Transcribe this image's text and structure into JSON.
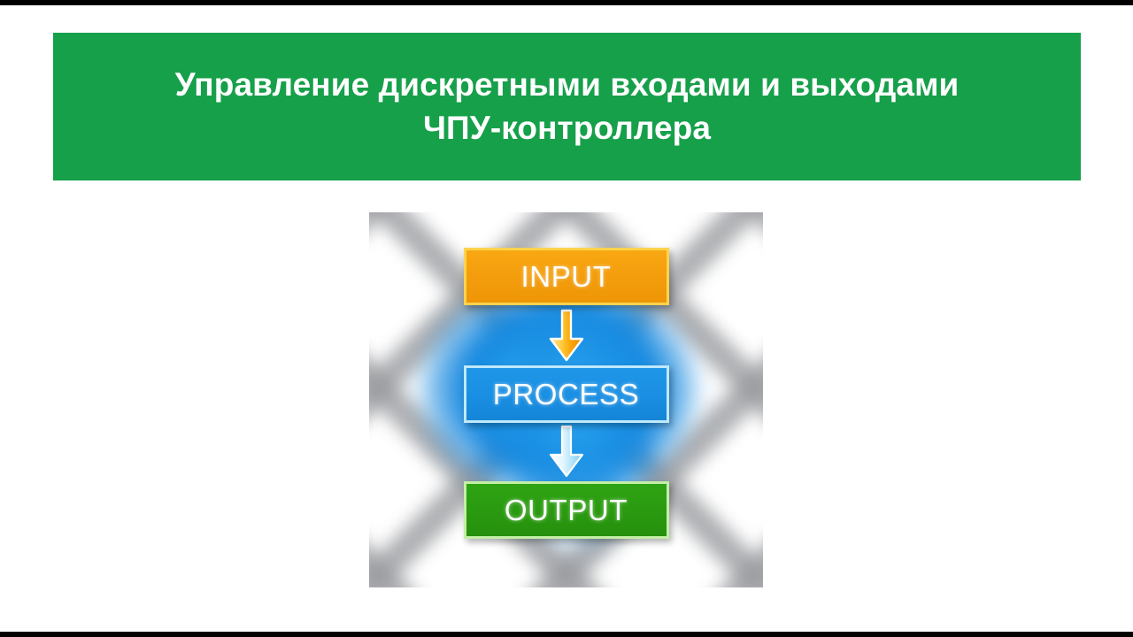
{
  "slide": {
    "background_color": "#ffffff",
    "letterbox_color": "#000000",
    "banner_color": "#16A04A",
    "title": "Управление дискретными входами и выходами\nЧПУ-контроллера"
  },
  "diagram": {
    "type": "flowchart",
    "orientation": "vertical",
    "nodes": [
      {
        "label": "INPUT",
        "fill": "#F39C0C",
        "border": "#FFD34D",
        "text_color": "#ffffff"
      },
      {
        "label": "PROCESS",
        "fill": "#1A8FE3",
        "border": "#BEE9FB",
        "text_color": "#ffffff"
      },
      {
        "label": "OUTPUT",
        "fill": "#2A9A10",
        "border": "#C3EFA6",
        "text_color": "#ffffff"
      }
    ],
    "arrows": [
      {
        "from": "INPUT",
        "to": "PROCESS",
        "color": "#F9A812",
        "outline": "#FFFFFF"
      },
      {
        "from": "PROCESS",
        "to": "OUTPUT",
        "color": "#BEE9FB",
        "outline": "#FFFFFF"
      }
    ],
    "background": {
      "pattern": "blurred diagonal lattice",
      "pattern_color": "#96989C",
      "glow_color": "#1487DE"
    }
  }
}
